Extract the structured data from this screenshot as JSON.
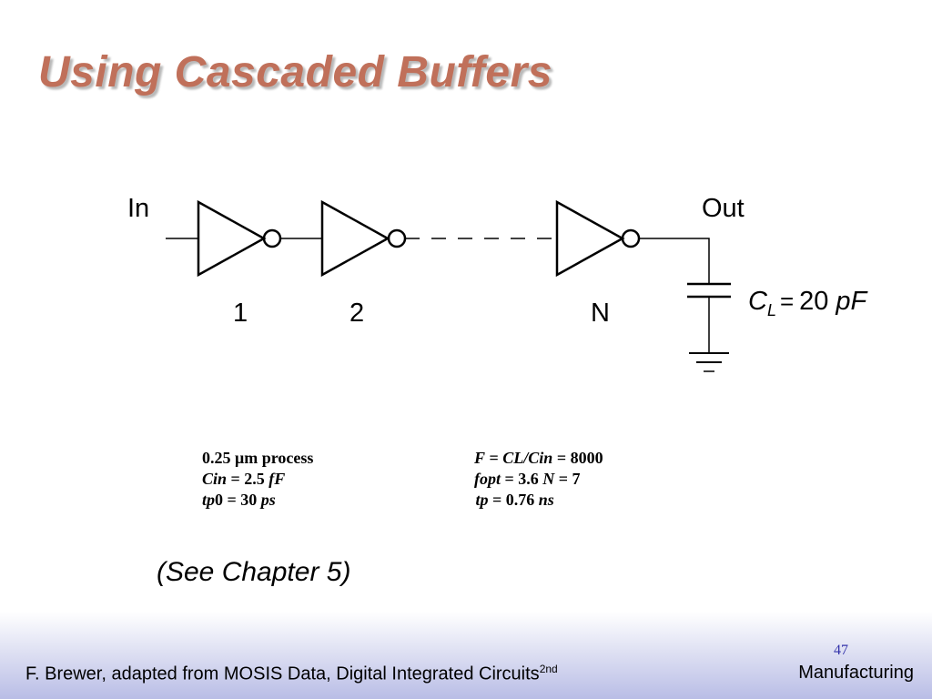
{
  "slide": {
    "title": "Using Cascaded Buffers"
  },
  "diagram": {
    "in_label": "In",
    "out_label": "Out",
    "stage_labels": [
      "1",
      "2",
      "N"
    ],
    "load_symbol": "C",
    "load_subscript": "L",
    "load_equals": "=",
    "load_value": "20",
    "load_unit": "pF"
  },
  "params_left": {
    "line1_value": "0.25",
    "line1_unit": "μm process",
    "line2_var": "Cin",
    "line2_eq": " = 2.5 ",
    "line2_unit": "fF",
    "line3_var": "tp",
    "line3_mid": "0 = 30 ",
    "line3_unit": "ps"
  },
  "params_right": {
    "line1_f": "F",
    "line1_eq1": " = ",
    "line1_ratio": "CL/Cin",
    "line1_eq2": " = 8000",
    "line2_fopt": "fopt",
    "line2_eq": " = 3.6  ",
    "line2_n": "N",
    "line2_neq": " = 7",
    "line3_tp": "tp",
    "line3_eq": " = 0.76 ",
    "line3_unit": "ns"
  },
  "see_chapter": "(See Chapter 5)",
  "footer": {
    "credit": "F. Brewer, adapted from MOSIS Data, Digital Integrated Circuits",
    "credit_sup": "2nd",
    "page_number": "47",
    "topic": "Manufacturing"
  }
}
